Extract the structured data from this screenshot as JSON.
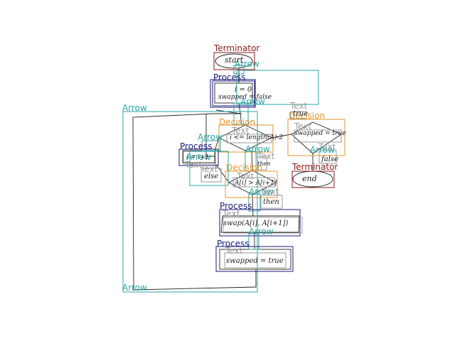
{
  "colors": {
    "terminator": "#8b1a1a",
    "process": "#1a1a7a",
    "arrow": "#2aa6a6",
    "decision": "#e0962a",
    "text": "#9a9a9a",
    "ink": "#222222"
  },
  "labels": {
    "terminator": "Terminator",
    "process": "Process",
    "arrow": "Arrow",
    "decision": "Decision",
    "text": "Text"
  },
  "handwriting": {
    "start": "start",
    "init_i": "i = 0",
    "init_swapped": "swapped = false",
    "loop_cond": "i <= length(A)-2",
    "swapped_cond": "swapped = true",
    "false_label": "false",
    "end": "end",
    "increment": "i = i+1",
    "true_label": "true",
    "else_label": "else",
    "compare_cond": "A[i] > A[i+1]",
    "then_label": "then",
    "swap_call": "swap(A[i], A[i+1])",
    "set_swapped": "swapped = true"
  }
}
